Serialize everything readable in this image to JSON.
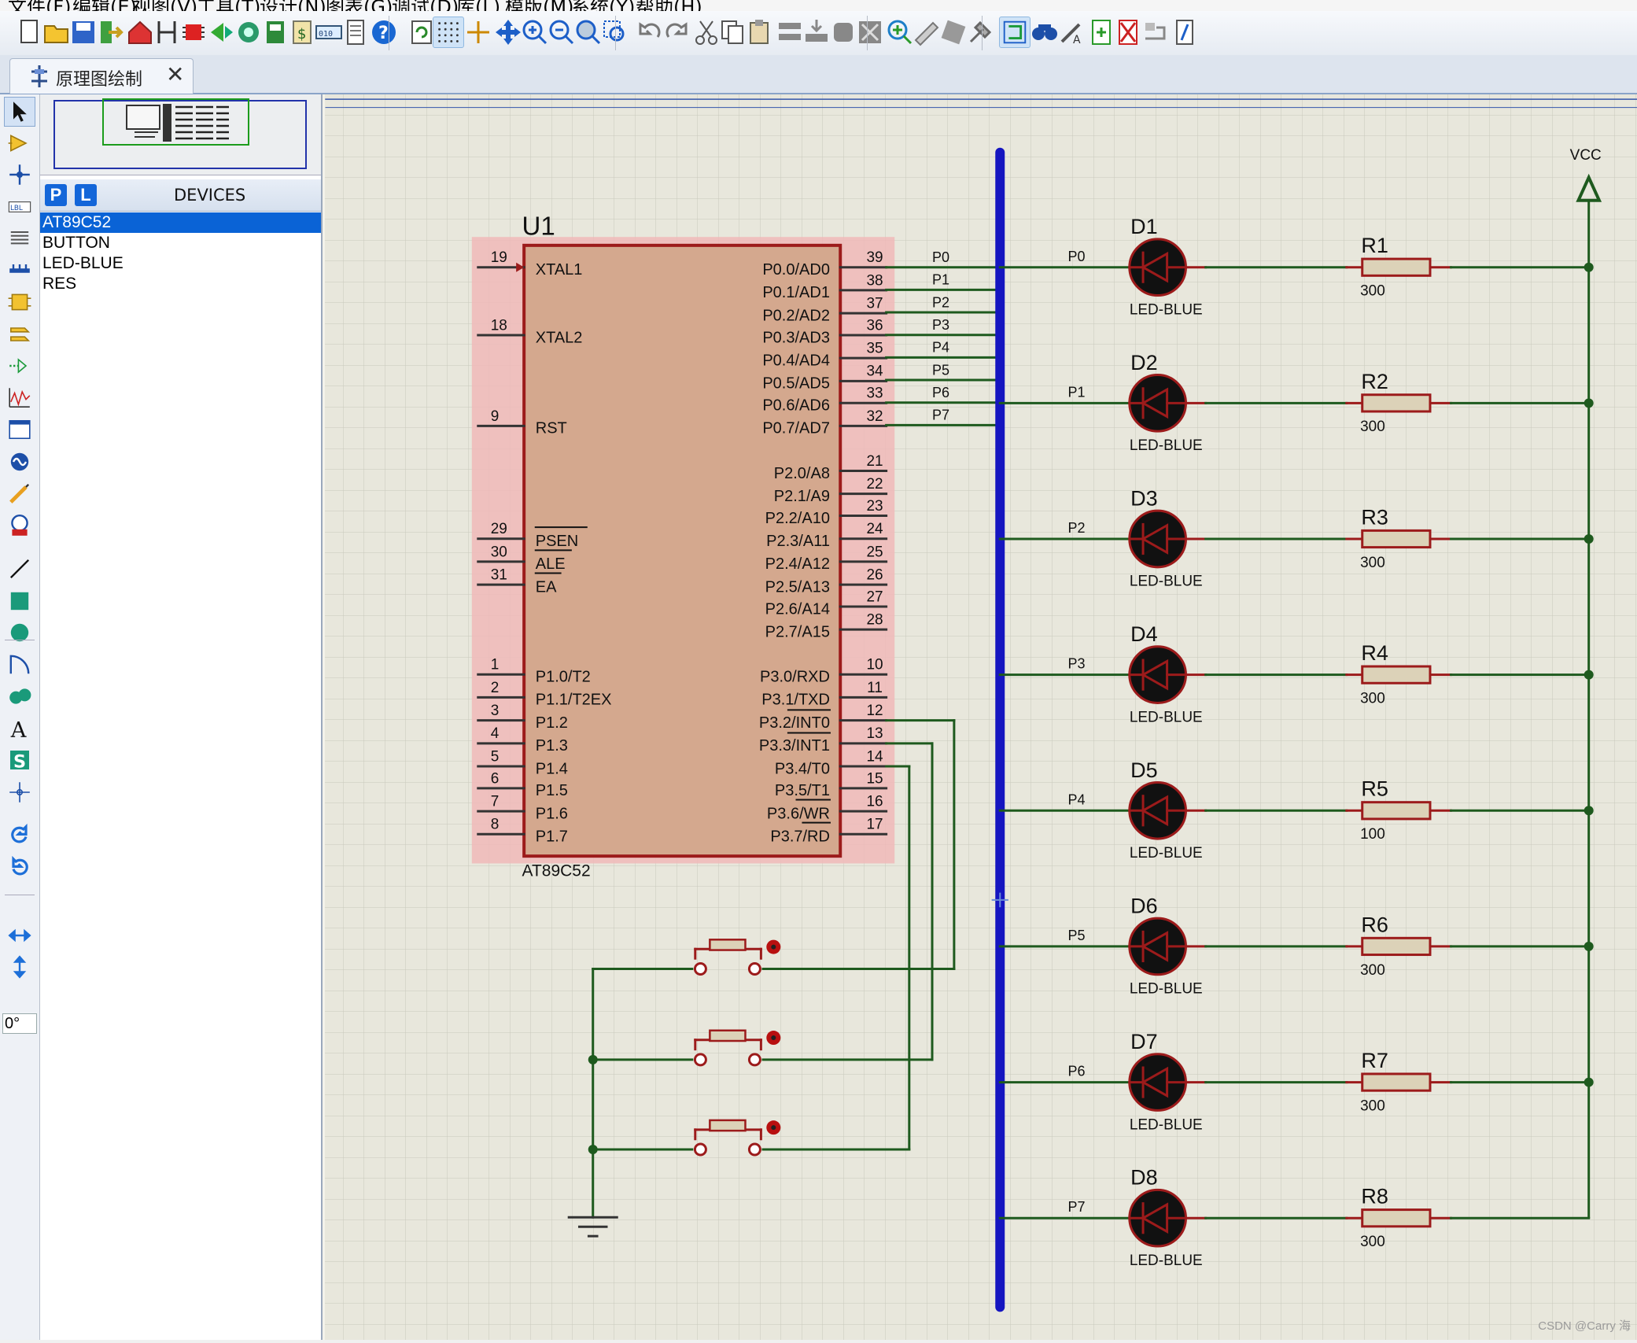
{
  "menu": [
    "文件(F)",
    "编辑(E)",
    "视图(V)",
    "工具(T)",
    "设计(N)",
    "图表(G)",
    "调试(D)",
    "库(L)",
    "模版(M)",
    "系统(Y)",
    "帮助(H)"
  ],
  "tab": {
    "label": "原理图绘制"
  },
  "rotation": "0°",
  "devices": {
    "header": "DEVICES",
    "p_button": "P",
    "l_button": "L",
    "items": [
      "AT89C52",
      "BUTTON",
      "LED-BLUE",
      "RES"
    ],
    "selected": 0
  },
  "colors": {
    "grid_bg": "#e8e7dc",
    "wire": "#1e5a1e",
    "component": "#9c1b1b",
    "chip_fill": "#d4a88e",
    "bus": "#1515c0",
    "pin_hilite": "#f0b8b8"
  },
  "mcu": {
    "ref": "U1",
    "part": "AT89C52",
    "left_pins": [
      {
        "num": "19",
        "name": "XTAL1"
      },
      {
        "num": "18",
        "name": "XTAL2"
      },
      {
        "num": "9",
        "name": "RST"
      },
      {
        "num": "29",
        "name": "PSEN"
      },
      {
        "num": "30",
        "name": "ALE"
      },
      {
        "num": "31",
        "name": "EA"
      },
      {
        "num": "1",
        "name": "P1.0/T2"
      },
      {
        "num": "2",
        "name": "P1.1/T2EX"
      },
      {
        "num": "3",
        "name": "P1.2"
      },
      {
        "num": "4",
        "name": "P1.3"
      },
      {
        "num": "5",
        "name": "P1.4"
      },
      {
        "num": "6",
        "name": "P1.5"
      },
      {
        "num": "7",
        "name": "P1.6"
      },
      {
        "num": "8",
        "name": "P1.7"
      }
    ],
    "right_pins": [
      {
        "num": "39",
        "name": "P0.0/AD0"
      },
      {
        "num": "38",
        "name": "P0.1/AD1"
      },
      {
        "num": "37",
        "name": "P0.2/AD2"
      },
      {
        "num": "36",
        "name": "P0.3/AD3"
      },
      {
        "num": "35",
        "name": "P0.4/AD4"
      },
      {
        "num": "34",
        "name": "P0.5/AD5"
      },
      {
        "num": "33",
        "name": "P0.6/AD6"
      },
      {
        "num": "32",
        "name": "P0.7/AD7"
      },
      {
        "num": "21",
        "name": "P2.0/A8"
      },
      {
        "num": "22",
        "name": "P2.1/A9"
      },
      {
        "num": "23",
        "name": "P2.2/A10"
      },
      {
        "num": "24",
        "name": "P2.3/A11"
      },
      {
        "num": "25",
        "name": "P2.4/A12"
      },
      {
        "num": "26",
        "name": "P2.5/A13"
      },
      {
        "num": "27",
        "name": "P2.6/A14"
      },
      {
        "num": "28",
        "name": "P2.7/A15"
      },
      {
        "num": "10",
        "name": "P3.0/RXD"
      },
      {
        "num": "11",
        "name": "P3.1/TXD"
      },
      {
        "num": "12",
        "name": "P3.2/INT0"
      },
      {
        "num": "13",
        "name": "P3.3/INT1"
      },
      {
        "num": "14",
        "name": "P3.4/T0"
      },
      {
        "num": "15",
        "name": "P3.5/T1"
      },
      {
        "num": "16",
        "name": "P3.6/WR"
      },
      {
        "num": "17",
        "name": "P3.7/RD"
      }
    ]
  },
  "bus_labels": [
    "P0",
    "P1",
    "P2",
    "P3",
    "P4",
    "P5",
    "P6",
    "P7"
  ],
  "leds": [
    {
      "ref": "D1",
      "type": "LED-BLUE",
      "net": "P0",
      "res_ref": "R1",
      "res_val": "300"
    },
    {
      "ref": "D2",
      "type": "LED-BLUE",
      "net": "P1",
      "res_ref": "R2",
      "res_val": "300"
    },
    {
      "ref": "D3",
      "type": "LED-BLUE",
      "net": "P2",
      "res_ref": "R3",
      "res_val": "300"
    },
    {
      "ref": "D4",
      "type": "LED-BLUE",
      "net": "P3",
      "res_ref": "R4",
      "res_val": "300"
    },
    {
      "ref": "D5",
      "type": "LED-BLUE",
      "net": "P4",
      "res_ref": "R5",
      "res_val": "100"
    },
    {
      "ref": "D6",
      "type": "LED-BLUE",
      "net": "P5",
      "res_ref": "R6",
      "res_val": "300"
    },
    {
      "ref": "D7",
      "type": "LED-BLUE",
      "net": "P6",
      "res_ref": "R7",
      "res_val": "300"
    },
    {
      "ref": "D8",
      "type": "LED-BLUE",
      "net": "P7",
      "res_ref": "R8",
      "res_val": "300"
    }
  ],
  "power_label": "VCC",
  "buttons": [
    {
      "pin": "P3.2/INT0"
    },
    {
      "pin": "P3.3/INT1"
    },
    {
      "pin": "P3.4/T0"
    }
  ],
  "watermark": "CSDN @Carry 海"
}
